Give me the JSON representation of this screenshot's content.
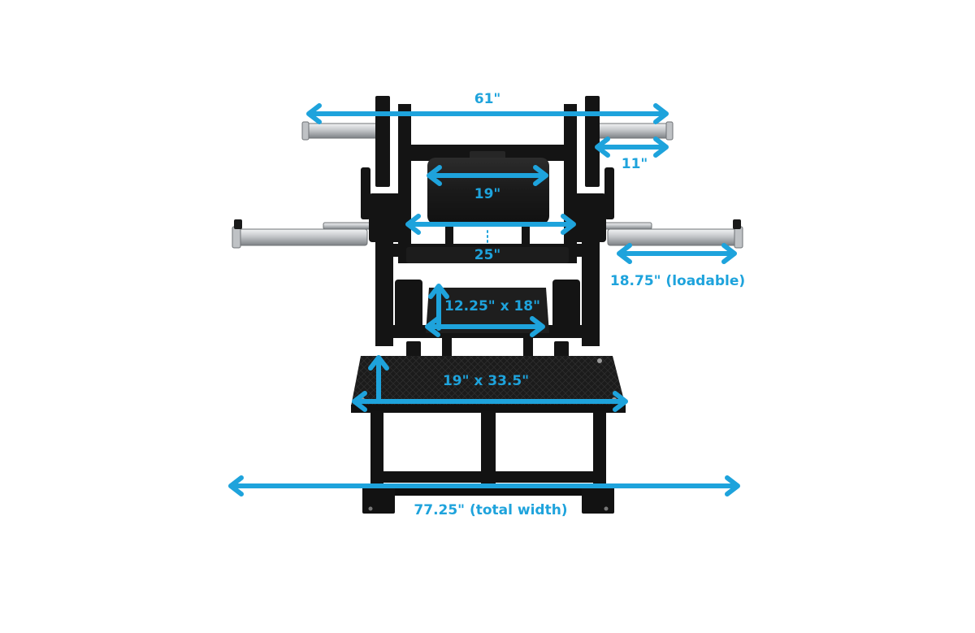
{
  "colors": {
    "accent": "#1ea3dc",
    "frame": "#141414",
    "pad": "#1d1d1d",
    "steel": "#c9ccce"
  },
  "dimensions": {
    "overall_upper_width": "61\"",
    "upper_sleeve_length": "11\"",
    "back_pad_width": "19\"",
    "seat_width": "25\"",
    "lower_loadable_length": "18.75\" (loadable)",
    "foot_pad_size": "12.25\" x 18\"",
    "platform_size": "19\" x 33.5\"",
    "total_width": "77.25\" (total width)"
  }
}
